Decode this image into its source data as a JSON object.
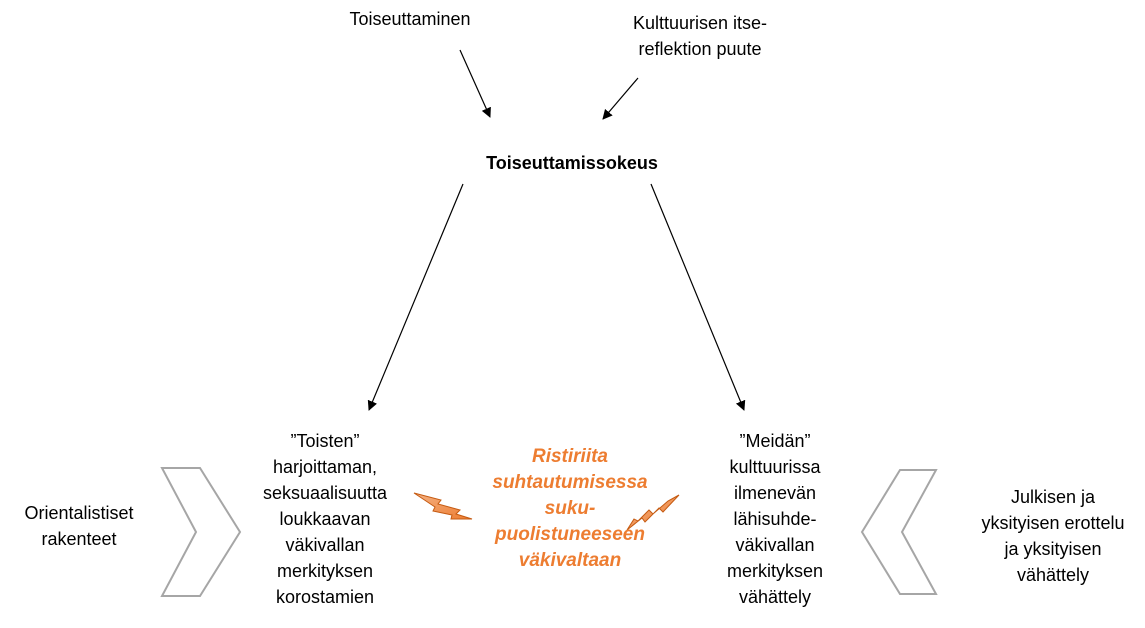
{
  "nodes": {
    "othering": "Toiseuttaminen",
    "lack_of_reflection": "Kulttuurisen itse-\nreflektion puute",
    "othering_blindness": "Toiseuttamissokeus",
    "others_violence": "”Toisten”\nharjoittaman,\nseksuaalisuutta\nloukkaavan\nväkivallan\nmerkityksen\nkorostamien",
    "our_violence": "”Meidän”\nkulttuurissa\nilmenevän\nlähisuhde-\nväkivallan\nmerkityksen\nvähättely",
    "conflict": "Ristiriita\nsuhtautumisessa\nsuku-\npuolistuneeseen\nväkivaltaan",
    "orientalist": "Orientalistiset\nrakenteet",
    "public_private": "Julkisen ja\nyksityisen erottelu\nja yksityisen\nvähättely"
  },
  "colors": {
    "accent": "#ed7d31",
    "arrow_outline": "#a6a6a6",
    "text": "#000000"
  }
}
